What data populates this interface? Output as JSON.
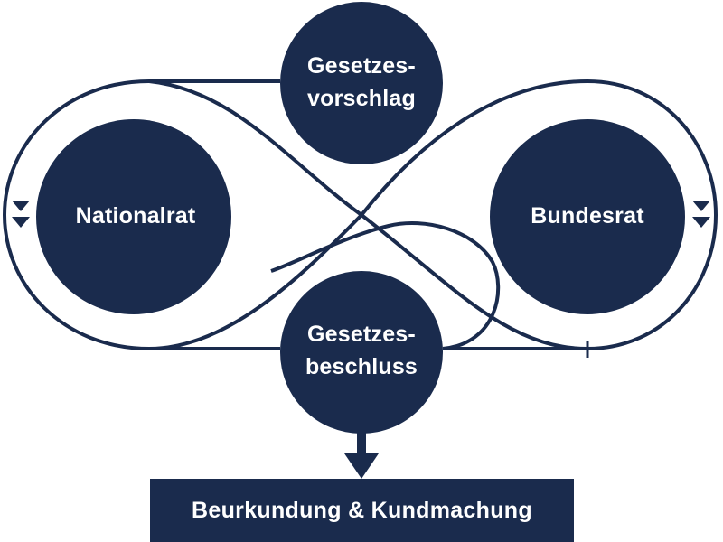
{
  "colors": {
    "navy": "#1a2b4d",
    "background": "#ffffff",
    "text_on_navy": "#ffffff"
  },
  "nodes": {
    "gesetzesvorschlag": {
      "line1": "Gesetzes-",
      "line2": "vorschlag"
    },
    "nationalrat": {
      "label": "Nationalrat"
    },
    "bundesrat": {
      "label": "Bundesrat"
    },
    "gesetzesbeschluss": {
      "line1": "Gesetzes-",
      "line2": "beschluss"
    }
  },
  "final_step": {
    "label": "Beurkundung & Kundmachung"
  },
  "icons": {
    "flow_direction_left": "double-down-arrow-icon",
    "flow_direction_right": "double-down-arrow-icon",
    "output_arrow": "down-arrow-icon"
  }
}
